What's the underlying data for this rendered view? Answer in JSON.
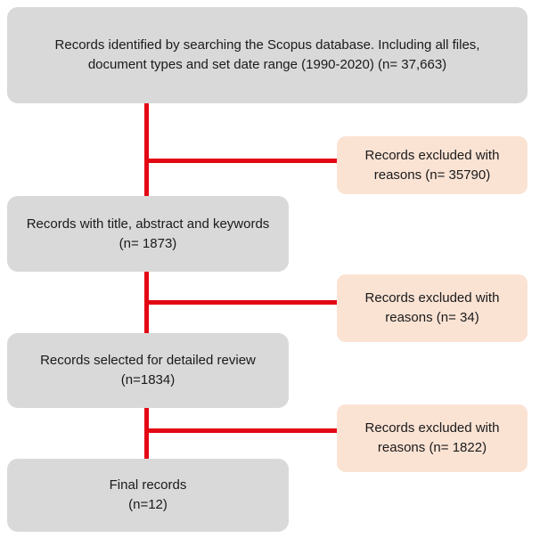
{
  "colors": {
    "box_main": "#d9d9d9",
    "box_excluded": "#fbe3d4",
    "connector": "#e30613",
    "text": "#1a1a1a"
  },
  "steps": [
    {
      "line1": "Records identified by searching the Scopus database. Including all files,",
      "line2": "document types and set date range (1990-2020) (n= 37,663)"
    },
    {
      "line1": "Records with title, abstract and keywords",
      "line2": "(n= 1873)"
    },
    {
      "line1": "Records selected for detailed review",
      "line2": "(n=1834)"
    },
    {
      "line1": "Final records",
      "line2": "(n=12)"
    }
  ],
  "exclusions": [
    {
      "line1": "Records excluded with",
      "line2": "reasons (n= 35790)"
    },
    {
      "line1": "Records excluded with",
      "line2": "reasons (n= 34)"
    },
    {
      "line1": "Records excluded with",
      "line2": "reasons (n= 1822)"
    }
  ]
}
